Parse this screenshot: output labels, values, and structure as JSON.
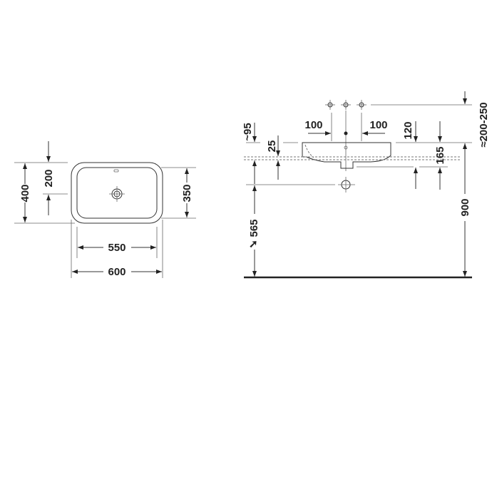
{
  "top_view": {
    "dim_width_outer": "600",
    "dim_width_inner": "550",
    "dim_depth_outer": "400",
    "dim_depth_inner": "350",
    "dim_drain_offset": "200"
  },
  "side_view": {
    "dim_tap_spacing_left": "100",
    "dim_tap_spacing_right": "100",
    "dim_tap_height": "≈200-250",
    "dim_rim_above_counter": "~95",
    "dim_counter_thickness": "25",
    "dim_basin_height": "120",
    "dim_drain_depth": "165",
    "dim_rim_height": "900",
    "dim_trap_height": "565",
    "trap_arrow_icon": "➚"
  }
}
